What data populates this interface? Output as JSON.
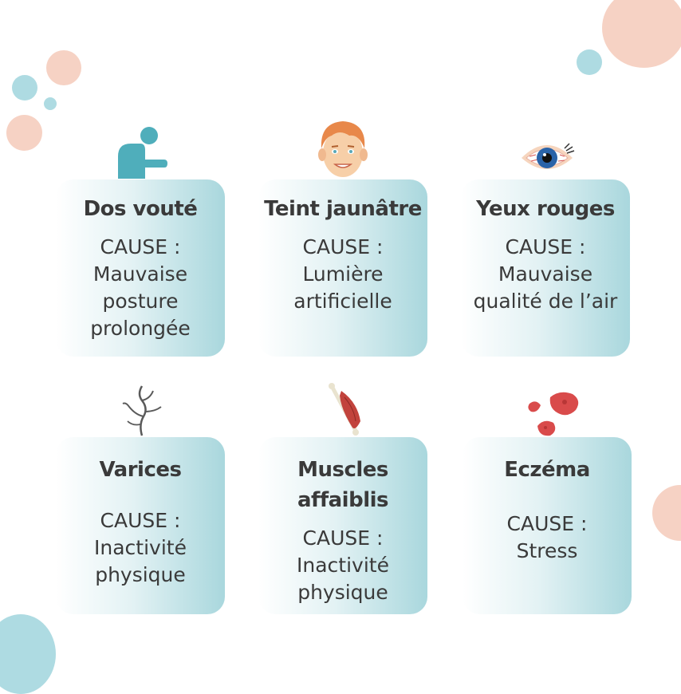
{
  "cards": [
    {
      "title": "Dos vouté",
      "cause": "CAUSE :",
      "text": "Mauvaise posture prolongée",
      "icon": "hunched-person-icon"
    },
    {
      "title": "Teint jaunâtre",
      "cause": "CAUSE :",
      "text": "Lumière artificielle",
      "icon": "face-icon"
    },
    {
      "title": "Yeux rouges",
      "cause": "CAUSE :",
      "text": "Mauvaise qualité de l’air",
      "icon": "red-eye-icon"
    },
    {
      "title": "Varices",
      "cause": "CAUSE :",
      "text": "Inactivité physique",
      "icon": "varicose-veins-icon"
    },
    {
      "title": "Muscles affaiblis",
      "cause": "CAUSE :",
      "text": "Inactivité physique",
      "icon": "muscle-icon"
    },
    {
      "title": "Eczéma",
      "cause": "CAUSE :",
      "text": "Stress",
      "icon": "eczema-patches-icon"
    }
  ],
  "colors": {
    "card_gradient_end": "#a9d7dd",
    "peach": "#f6d2c4",
    "teal": "#aedbe2",
    "text": "#3a3a3a"
  }
}
